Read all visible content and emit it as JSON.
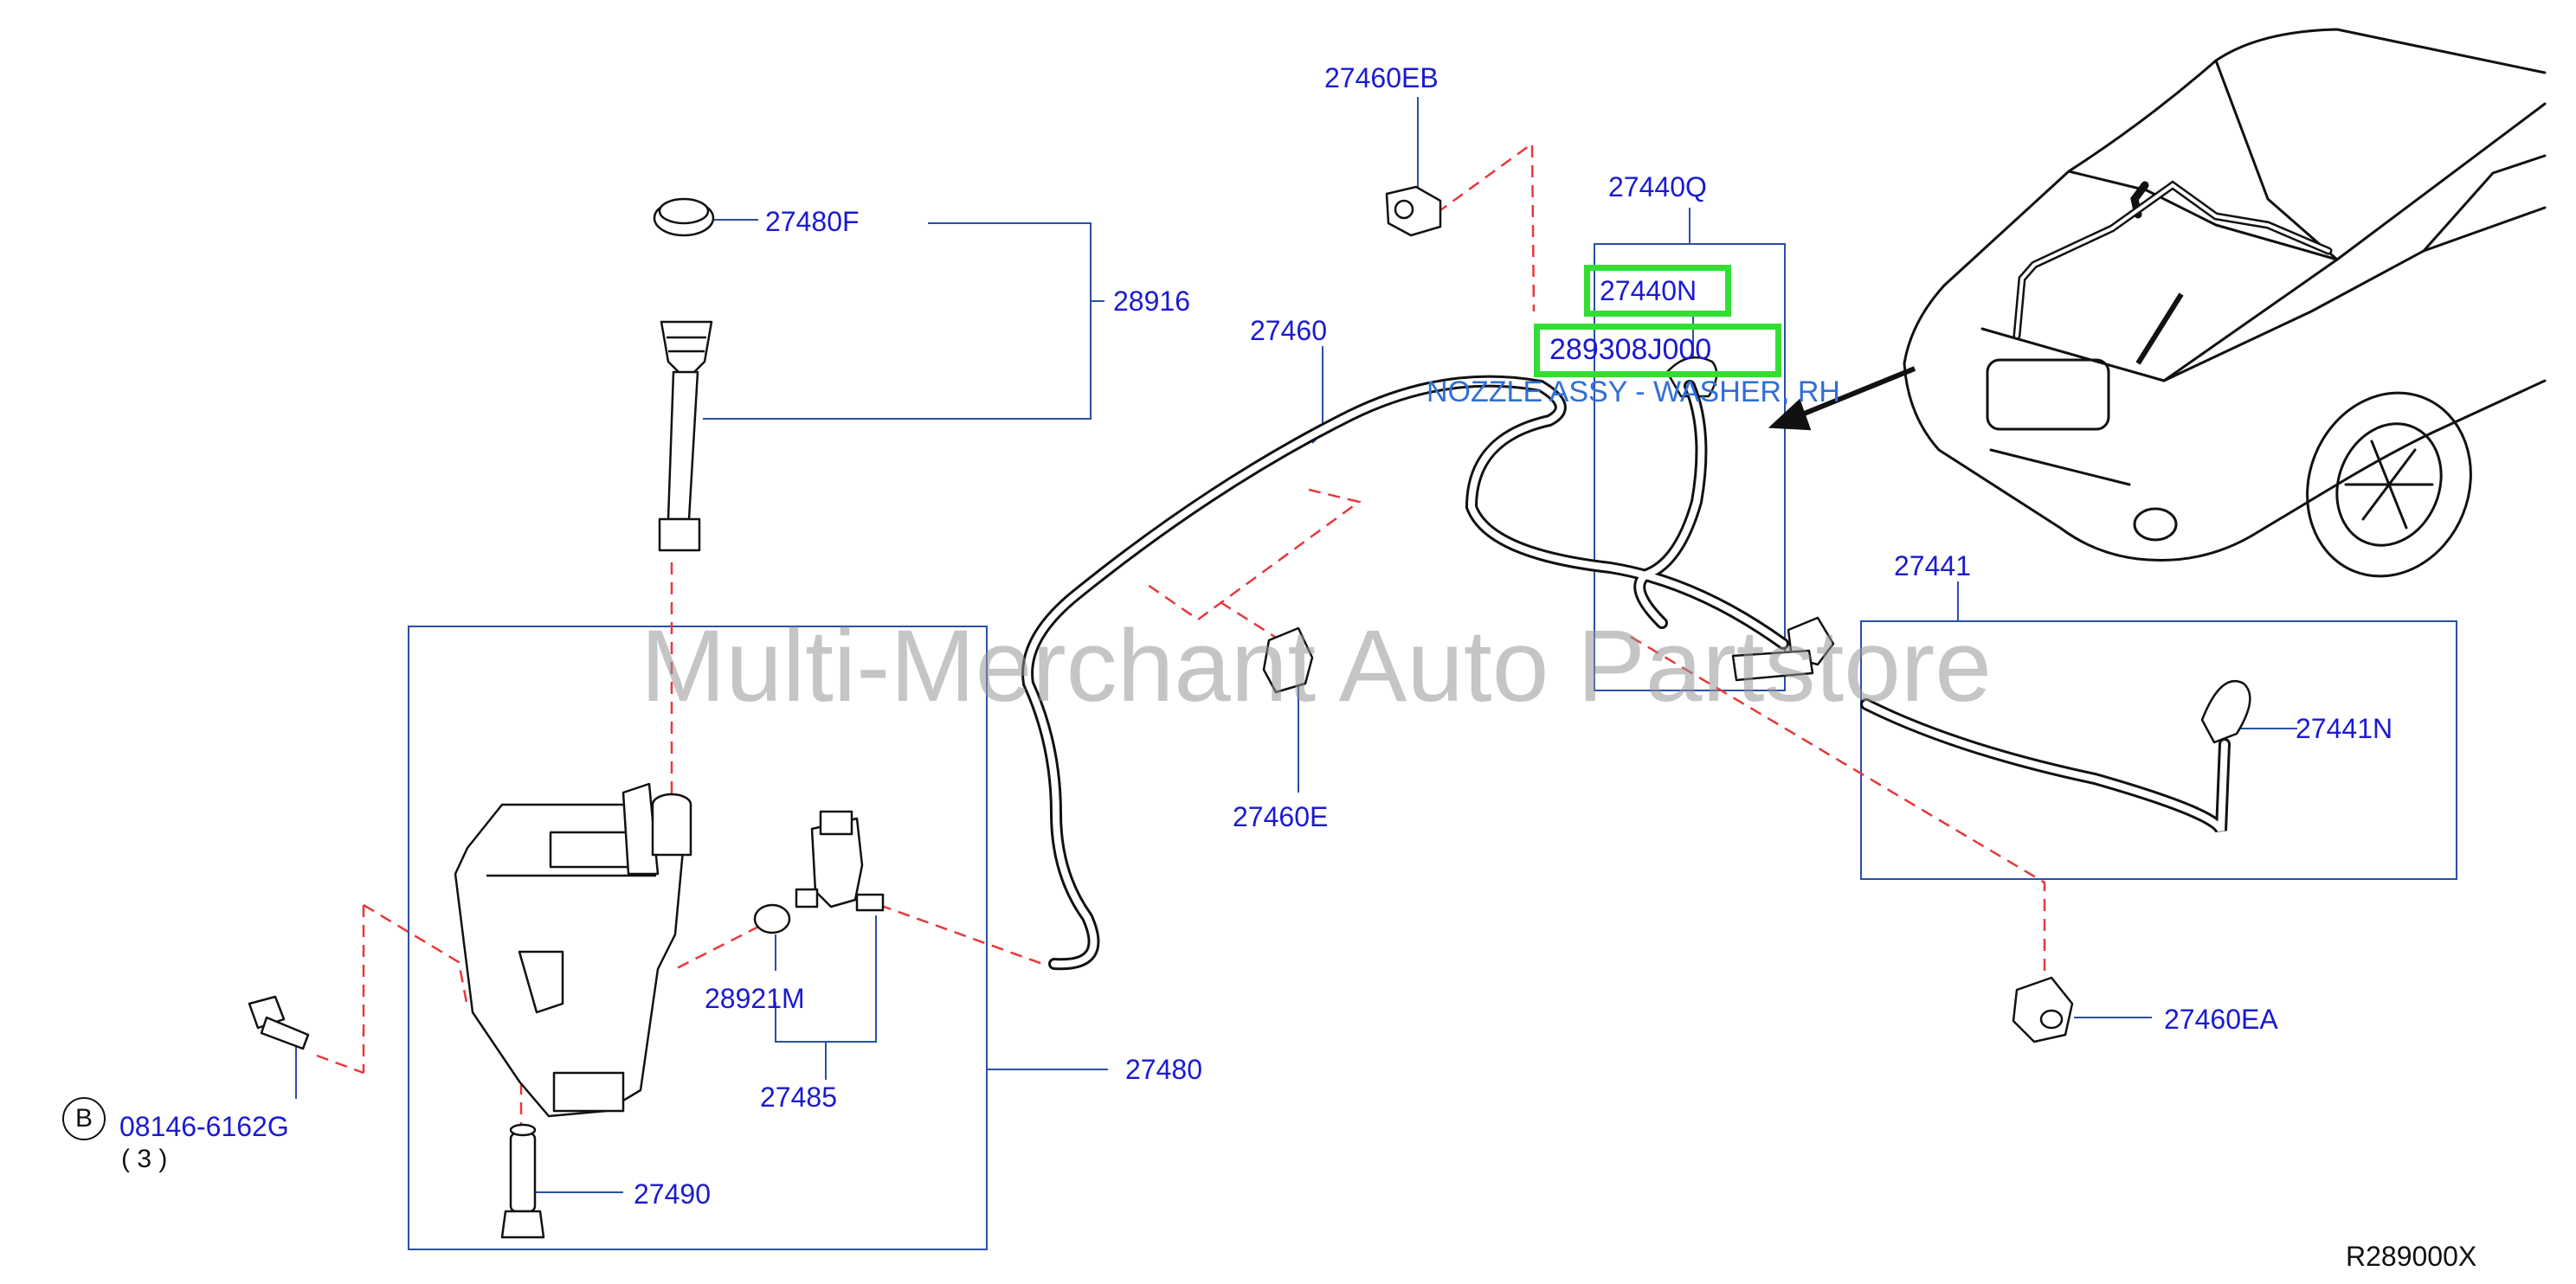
{
  "diagram": {
    "watermark": "Multi-Merchant Auto Partstore",
    "drawing_code": "R289000X",
    "part_labels": {
      "p27460EB": "27460EB",
      "p27440Q": "27440Q",
      "p27480F": "27480F",
      "p28916": "28916",
      "p27460": "27460",
      "p27440N": "27440N",
      "p289308J000": "289308J000",
      "p27441": "27441",
      "p27441N": "27441N",
      "p27460E": "27460E",
      "p28921M": "28921M",
      "p27480": "27480",
      "p27485": "27485",
      "p27460EA": "27460EA",
      "p08146": "08146-6162G",
      "p27490": "27490"
    },
    "bolt_symbol": "B",
    "bolt_qty": "( 3 )",
    "highlight_description": "NOZZLE ASSY - WASHER, RH",
    "colors": {
      "label": "#1a1ad2",
      "leader_line": "#2a4fa8",
      "dashed_line": "#e8383a",
      "highlight": "#33dd33",
      "part_stroke": "#111111",
      "description": "#2f6fd6",
      "watermark": "#969696"
    }
  }
}
